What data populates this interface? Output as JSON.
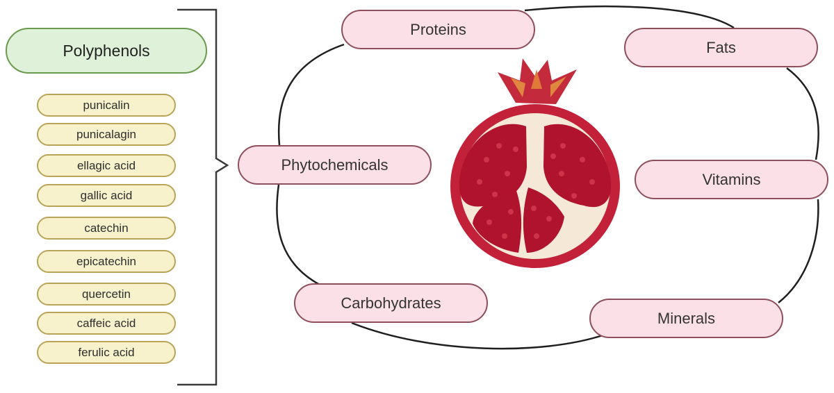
{
  "polyphenols": {
    "title": "Polyphenols",
    "compounds": [
      "punicalin",
      "punicalagin",
      "ellagic acid",
      "gallic acid",
      "catechin",
      "epicatechin",
      "quercetin",
      "caffeic acid",
      "ferulic acid"
    ]
  },
  "nutrients": {
    "proteins": "Proteins",
    "fats": "Fats",
    "phytochemicals": "Phytochemicals",
    "vitamins": "Vitamins",
    "carbohydrates": "Carbohydrates",
    "minerals": "Minerals"
  },
  "colors": {
    "polyphenol_fill": "#dff1d8",
    "polyphenol_border": "#6a9a4e",
    "compound_fill": "#f7f1cc",
    "compound_border": "#b8a357",
    "nutrient_fill": "#fbe1e7",
    "nutrient_border": "#8e4e5c",
    "pomegranate_skin": "#c3203a",
    "aril": "#b0132e"
  },
  "illustration": "pomegranate-icon"
}
